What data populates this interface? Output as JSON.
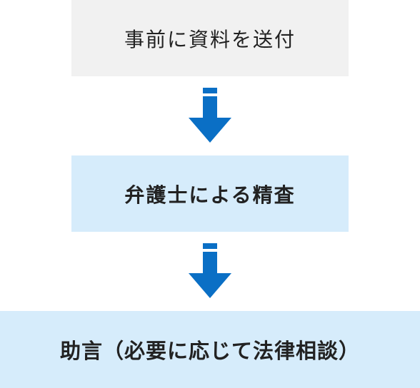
{
  "flow": {
    "steps": [
      {
        "label": "事前に資料を送付"
      },
      {
        "label": "弁護士による精査"
      },
      {
        "label": "助言（必要に応じて法律相談）"
      }
    ]
  },
  "colors": {
    "step_neutral": "#f1f1f1",
    "step_highlight": "#d6ecfb",
    "arrow": "#0a6fc5",
    "text": "#222222"
  },
  "icons": {
    "connector": "arrow-down-icon"
  }
}
